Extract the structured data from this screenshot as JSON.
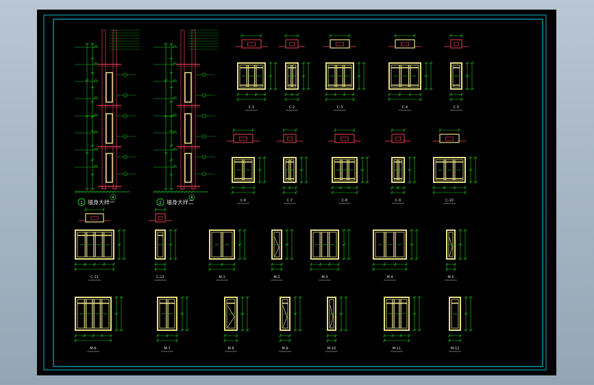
{
  "colors": {
    "background": "#000000",
    "frame": "#00b8c8",
    "window_frame": "#e8e088",
    "dimension": "#19d419",
    "wall_hatch": "#c8364a",
    "text": "#e0e0e0",
    "label_bubble": "#19d419"
  },
  "sections": {
    "left_title": "墙身大样一",
    "left_bubble": "1",
    "right_title": "墙身大样二",
    "right_bubble": "2",
    "axis_label": "A"
  },
  "window_row1": [
    {
      "label": "C-1",
      "panes": 3,
      "mullions": 2,
      "transom": 1
    },
    {
      "label": "C-2",
      "panes": 2,
      "mullions": 1,
      "transom": 1
    },
    {
      "label": "C-3",
      "panes": 3,
      "mullions": 2,
      "transom": 1
    },
    {
      "label": "C-4",
      "panes": 3,
      "mullions": 2,
      "transom": 1
    },
    {
      "label": "C-5",
      "panes": 1,
      "mullions": 0,
      "transom": 1
    }
  ],
  "window_row2": [
    {
      "label": "C-6",
      "panes": 2,
      "mullions": 1,
      "transom": 1
    },
    {
      "label": "C-7",
      "panes": 2,
      "mullions": 1,
      "transom": 1
    },
    {
      "label": "C-8",
      "panes": 3,
      "mullions": 2,
      "transom": 1
    },
    {
      "label": "C-9",
      "panes": 2,
      "mullions": 1,
      "transom": 1
    },
    {
      "label": "C-10",
      "panes": 3,
      "mullions": 2,
      "transom": 1
    }
  ],
  "door_row1": [
    {
      "label": "C-11",
      "panes": 4
    },
    {
      "label": "C-12",
      "panes": 1
    },
    {
      "label": "M-1",
      "panes": 2
    },
    {
      "label": "M-2",
      "panes": 1
    },
    {
      "label": "M-3",
      "panes": 3
    },
    {
      "label": "M-4",
      "panes": 3
    },
    {
      "label": "M-5",
      "panes": 1
    }
  ],
  "door_row2": [
    {
      "label": "M-6",
      "panes": 4
    },
    {
      "label": "M-7",
      "panes": 2
    },
    {
      "label": "M-8",
      "panes": 1
    },
    {
      "label": "M-9",
      "panes": 1
    },
    {
      "label": "M-10",
      "panes": 1
    },
    {
      "label": "M-11",
      "panes": 3
    },
    {
      "label": "M-12",
      "panes": 1
    }
  ]
}
